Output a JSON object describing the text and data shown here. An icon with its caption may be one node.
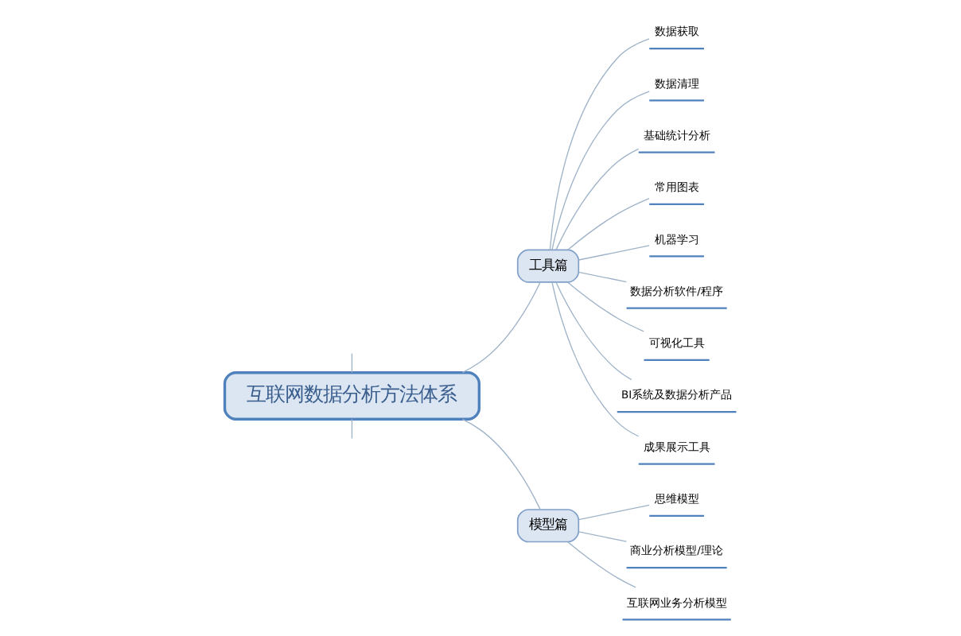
{
  "diagram": {
    "nodes": [
      {
        "text": [
          "互联网数据分析方法体系"
        ]
      },
      {
        "text": [
          "工具篇"
        ]
      },
      {
        "text": [
          "数据获取"
        ]
      },
      {
        "text": [
          "数据清理"
        ]
      },
      {
        "text": [
          "基础统计分析"
        ]
      },
      {
        "text": [
          "常用图表"
        ]
      },
      {
        "text": [
          "机器学习"
        ]
      },
      {
        "text": [
          "数据分析软件/程序"
        ]
      },
      {
        "text": [
          "可视化工具"
        ]
      },
      {
        "text": [
          "BI系统及数据分析产品"
        ]
      },
      {
        "text": [
          "成果展示工具"
        ]
      },
      {
        "text": [
          "模型篇"
        ]
      },
      {
        "text": [
          "思维模型"
        ]
      },
      {
        "text": [
          "商业分析模型/理论"
        ]
      },
      {
        "text": [
          "互联网业务分析模型"
        ]
      }
    ],
    "edges": [
      {
        "from": 0,
        "to": null,
        "arrow": "none"
      },
      {
        "from": 0,
        "to": 1,
        "arrow": "none"
      },
      {
        "from": 1,
        "to": 2,
        "arrow": "none"
      },
      {
        "from": 1,
        "to": 3,
        "arrow": "none"
      },
      {
        "from": 1,
        "to": 4,
        "arrow": "none"
      },
      {
        "from": 1,
        "to": 5,
        "arrow": "none"
      },
      {
        "from": 1,
        "to": 6,
        "arrow": "none"
      },
      {
        "from": 1,
        "to": 7,
        "arrow": "none"
      },
      {
        "from": 1,
        "to": 8,
        "arrow": "none"
      },
      {
        "from": 1,
        "to": 9,
        "arrow": "none"
      },
      {
        "from": 1,
        "to": 10,
        "arrow": "none"
      },
      {
        "from": 0,
        "to": 11,
        "arrow": "none"
      },
      {
        "from": 11,
        "to": 12,
        "arrow": "none"
      },
      {
        "from": 11,
        "to": 13,
        "arrow": "none"
      },
      {
        "from": 11,
        "to": 14,
        "arrow": "none"
      },
      {
        "from": 0,
        "to": null,
        "arrow": "none"
      }
    ]
  }
}
